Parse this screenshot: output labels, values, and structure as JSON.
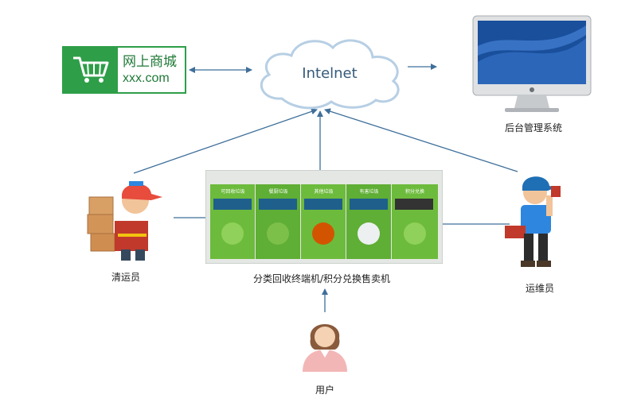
{
  "shop": {
    "title": "网上商城",
    "domain": "xxx.com",
    "icon": "shopping-cart-icon",
    "color": "#2e9e48"
  },
  "cloud": {
    "label": "Intelnet"
  },
  "computer": {
    "label": "后台管理系统",
    "icon": "monitor-icon"
  },
  "collector": {
    "label": "清运员"
  },
  "machine": {
    "label": "分类回收终端机/积分兑换售卖机",
    "color": "#6dbb3c",
    "panels": [
      "可回收垃圾",
      "餐厨垃圾",
      "其他垃圾",
      "有害垃圾",
      "积分兑换"
    ]
  },
  "maintainer": {
    "label": "运维员"
  },
  "user": {
    "label": "用户"
  }
}
